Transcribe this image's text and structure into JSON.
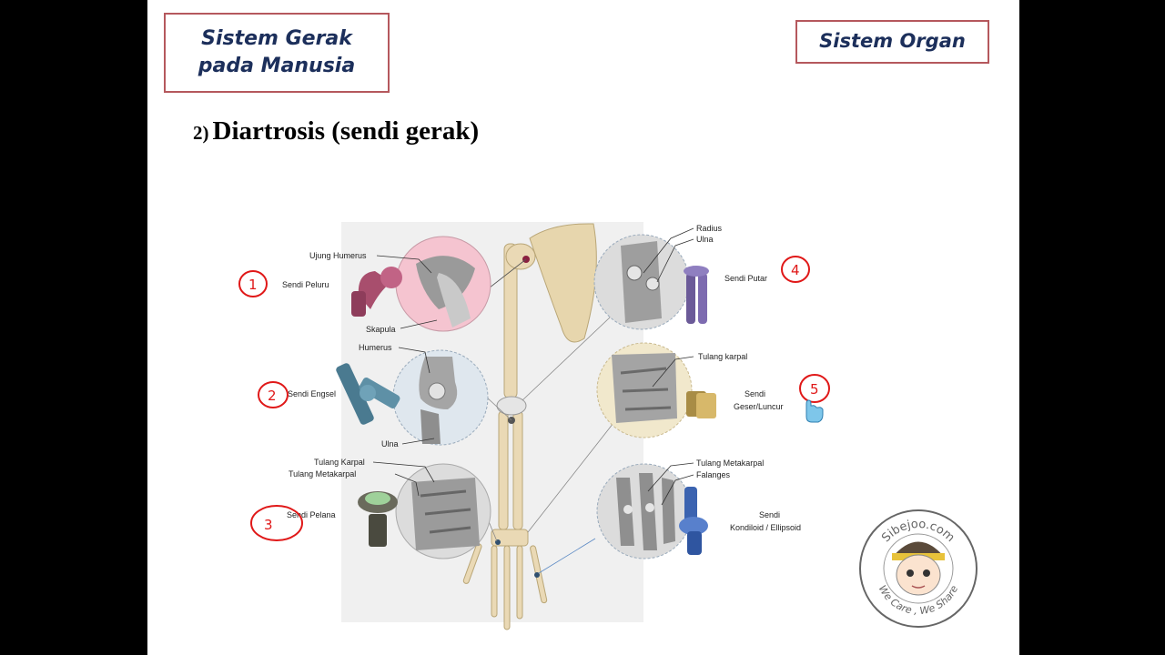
{
  "slide": {
    "title_line1": "Sistem Gerak",
    "title_line2": "pada Manusia",
    "section": "Sistem Organ",
    "heading_number": "2)",
    "heading_text": "Diartrosis (sendi gerak)"
  },
  "diagram": {
    "labels": {
      "ujung_humerus": "Ujung Humerus",
      "sendi_peluru": "Sendi Peluru",
      "skapula": "Skapula",
      "humerus": "Humerus",
      "sendi_engsel": "Sendi Engsel",
      "ulna_left": "Ulna",
      "tulang_karpal_left": "Tulang Karpal",
      "tulang_metakarpal_left": "Tulang Metakarpal",
      "sendi_pelana": "Sendi Pelana",
      "radius": "Radius",
      "ulna_right": "Ulna",
      "sendi_putar": "Sendi Putar",
      "tulang_karpal_right": "Tulang karpal",
      "sendi_geser_line1": "Sendi",
      "sendi_geser_line2": "Geser/Luncur",
      "tulang_metakarpal_right": "Tulang Metakarpal",
      "falanges": "Falanges",
      "sendi_kondiloid_line1": "Sendi",
      "sendi_kondiloid_line2": "Kondiloid / Ellipsoid"
    },
    "annotations": [
      "1",
      "2",
      "3",
      "4",
      "5"
    ]
  },
  "watermark": {
    "top_text": "Sibejoo.com",
    "bottom_text": "We Care , We Share"
  },
  "colors": {
    "title_border": "#b5585d",
    "title_text": "#1c2f5b",
    "annotation": "#e01818"
  }
}
